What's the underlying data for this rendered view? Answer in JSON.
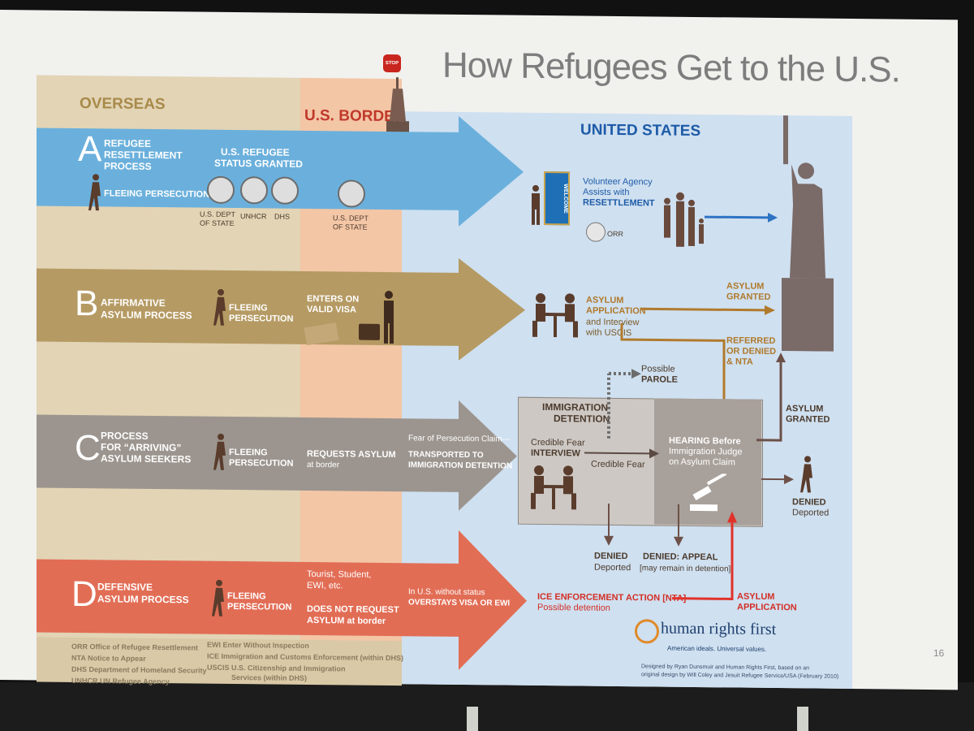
{
  "title": "How Refugees Get to the U.S.",
  "columns": {
    "overseas": "OVERSEAS",
    "border": "U.S. BORDER",
    "united_states": "UNITED STATES"
  },
  "stop_sign": "STOP",
  "processes": {
    "a": {
      "letter": "A",
      "name_line1": "REFUGEE",
      "name_line2": "RESETTLEMENT",
      "name_line3": "PROCESS",
      "status_line1": "U.S. REFUGEE",
      "status_line2": "STATUS GRANTED",
      "fleeing": "FLEEING PERSECUTION",
      "seal_state_line1": "U.S. DEPT",
      "seal_state_line2": "OF STATE",
      "seal_unhcr": "UNHCR",
      "seal_dhs": "DHS",
      "border_seal_line1": "U.S. DEPT",
      "border_seal_line2": "OF STATE",
      "welcome_sign": "WELCOME",
      "agency_line1": "Volunteer Agency",
      "agency_line2": "Assists with",
      "agency_line3": "RESETTLEMENT",
      "orr": "ORR"
    },
    "b": {
      "letter": "B",
      "name_line1": "AFFIRMATIVE",
      "name_line2": "ASYLUM PROCESS",
      "fleeing_line1": "FLEEING",
      "fleeing_line2": "PERSECUTION",
      "border_line1": "ENTERS ON",
      "border_line2": "VALID VISA",
      "app_line1": "ASYLUM",
      "app_line2": "APPLICATION",
      "app_line3": "and Interview",
      "app_line4": "with USCIS",
      "granted_line1": "ASYLUM",
      "granted_line2": "GRANTED",
      "referred_line1": "REFERRED",
      "referred_line2": "OR DENIED",
      "referred_line3": "& NTA"
    },
    "c": {
      "letter": "C",
      "name_line1": "PROCESS",
      "name_line2": "FOR “ARRIVING”",
      "name_line3": "ASYLUM SEEKERS",
      "fleeing_line1": "FLEEING",
      "fleeing_line2": "PERSECUTION",
      "border_line1": "REQUESTS ASYLUM",
      "border_line2": "at border",
      "claim_line1": "Fear of Persecution Claim—",
      "claim_line2": "TRANSPORTED TO",
      "claim_line3": "IMMIGRATION DETENTION",
      "parole_line1": "Possible",
      "parole_line2": "PAROLE",
      "detention_line1": "IMMIGRATION",
      "detention_line2": "DETENTION",
      "interview_line1": "Credible Fear",
      "interview_line2": "INTERVIEW",
      "credible_fear": "Credible Fear",
      "hearing_line1": "HEARING Before",
      "hearing_line2": "Immigration Judge",
      "hearing_line3": "on Asylum Claim",
      "granted_line1": "ASYLUM",
      "granted_line2": "GRANTED",
      "denied_right_line1": "DENIED",
      "denied_right_line2": "Deported",
      "denied_bottom_line1": "DENIED",
      "denied_bottom_line2": "Deported",
      "appeal_line1": "DENIED: APPEAL",
      "appeal_line2": "[may remain in detention]"
    },
    "d": {
      "letter": "D",
      "name_line1": "DEFENSIVE",
      "name_line2": "ASYLUM PROCESS",
      "fleeing_line1": "FLEEING",
      "fleeing_line2": "PERSECUTION",
      "border_line1": "Tourist, Student,",
      "border_line2": "EWI, etc.",
      "border_line3": "DOES NOT REQUEST",
      "border_line4": "ASYLUM at border",
      "status_line1": "In U.S. without status",
      "status_line2": "OVERSTAYS VISA OR EWI",
      "ice_line1": "ICE ENFORCEMENT ACTION [NTA]",
      "ice_line2": "Possible detention",
      "app_line1": "ASYLUM",
      "app_line2": "APPLICATION"
    }
  },
  "glossary": [
    {
      "abbr": "ORR",
      "text": "Office of Refugee Resettlement"
    },
    {
      "abbr": "NTA",
      "text": "Notice to Appear"
    },
    {
      "abbr": "DHS",
      "text": "Department of Homeland Security"
    },
    {
      "abbr": "UNHCR",
      "text": "UN Refugee Agency"
    },
    {
      "abbr": "EWI",
      "text": "Enter Without Inspection"
    },
    {
      "abbr": "ICE",
      "text": "Immigration and Customs Enforcement (within DHS)"
    },
    {
      "abbr": "USCIS",
      "text": "U.S. Citizenship and Immigration"
    },
    {
      "abbr": "",
      "text": "Services (within DHS)"
    }
  ],
  "logo": {
    "name": "human rights first",
    "tagline": "American ideals. Universal values."
  },
  "credits_line1": "Designed by Ryan Dunsmuir and Human Rights First, based on an",
  "credits_line2": "original design by Will Coley and Jesuit Refugee Service/USA (February 2010)",
  "page_number": "16",
  "colors": {
    "a": "#6bb0dc",
    "b": "#b59a63",
    "c": "#9c958f",
    "d": "#e26d55",
    "us_blue": "#1e5ba8",
    "arrow_brown": "#b07a2c",
    "arrow_red": "#e0322a"
  }
}
